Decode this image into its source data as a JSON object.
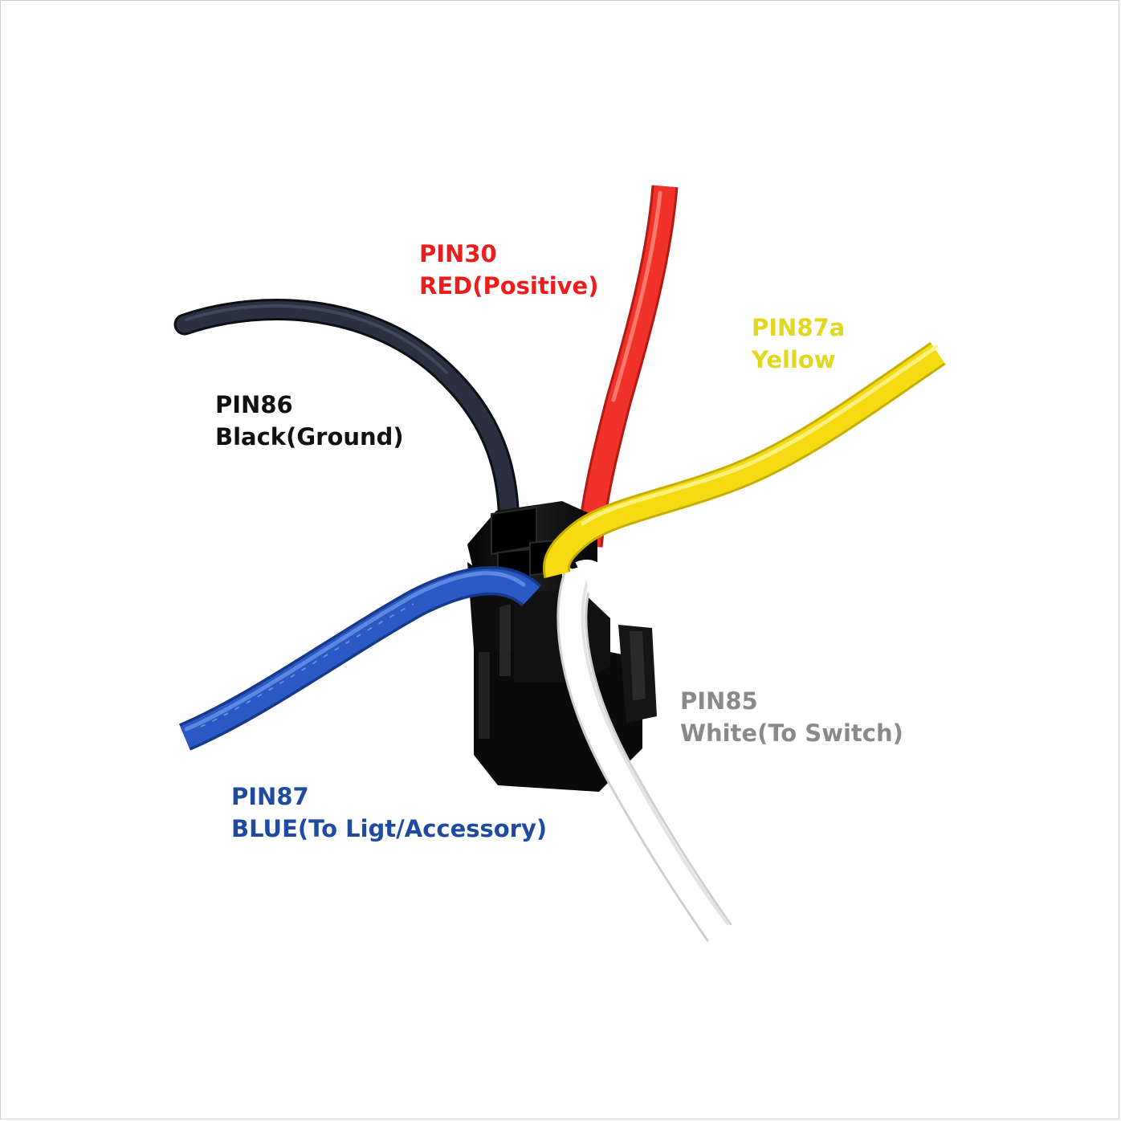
{
  "colors": {
    "red_wire": "#f0322a",
    "yellow_wire": "#f5dc12",
    "black_wire": "#1f2430",
    "blue_wire": "#2a58c4",
    "white_wire": "#ffffff",
    "socket": "#111111",
    "label_red": "#ee1c1c",
    "label_yellow": "#e2d821",
    "label_black": "#111111",
    "label_grey": "#8a8a8a",
    "label_blue": "#1e4aa0"
  },
  "labels": {
    "pin30": {
      "pin": "PIN30",
      "desc": "RED(Positive)"
    },
    "pin87a": {
      "pin": "PIN87a",
      "desc": "Yellow"
    },
    "pin86": {
      "pin": "PIN86",
      "desc": "Black(Ground)"
    },
    "pin85": {
      "pin": "PIN85",
      "desc": "White(To Switch)"
    },
    "pin87": {
      "pin": "PIN87",
      "desc": "BLUE(To Ligt/Accessory)"
    }
  }
}
